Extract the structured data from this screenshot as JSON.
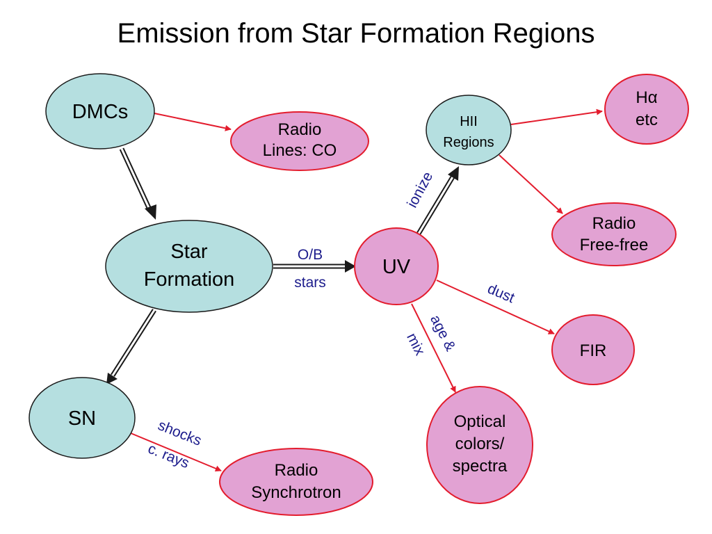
{
  "title": "Emission from Star Formation Regions",
  "colors": {
    "teal_fill": "#b5dfe0",
    "pink_fill": "#e2a2d3",
    "red_edge": "#e31c2d",
    "dark_edge": "#1a1a1a",
    "label_blue": "#1c1c8c"
  },
  "nodes": {
    "dmcs": "DMCs",
    "radio_co": [
      "Radio",
      "Lines: CO"
    ],
    "star_formation": [
      "Star",
      "Formation"
    ],
    "uv": "UV",
    "hii": [
      "HII",
      "Regions"
    ],
    "halpha": [
      "Hα",
      "etc"
    ],
    "radio_ff": [
      "Radio",
      "Free-free"
    ],
    "fir": "FIR",
    "optical": [
      "Optical",
      "colors/",
      "spectra"
    ],
    "sn": "SN",
    "radio_sync": [
      "Radio",
      "Synchrotron"
    ]
  },
  "edge_labels": {
    "ob": "O/B",
    "stars": "stars",
    "ionize": "ionize",
    "dust": "dust",
    "age": "age &",
    "mix": "mix",
    "shocks": "shocks",
    "crays": "c. rays"
  }
}
